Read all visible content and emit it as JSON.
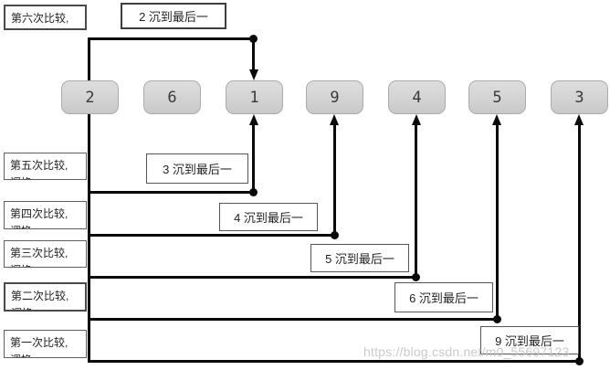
{
  "sequence": [
    "2",
    "6",
    "1",
    "9",
    "4",
    "5",
    "3"
  ],
  "side_labels": [
    "第六次比较, 调换",
    "第五次比较, 调换",
    "第四次比较, 调换",
    "第三次比较, 调换",
    "第二次比较, 调换",
    "第一次比较, 调换"
  ],
  "callouts": [
    "2 沉到最后一",
    "3 沉到最后一",
    "4 沉到最后一",
    "5 沉到最后一",
    "6 沉到最后一",
    "9 沉到最后一"
  ],
  "watermark": "https://blog.csdn.net/m0_55697123",
  "colors": {
    "box_fill": "#d4d4d4",
    "box_border": "#ababab",
    "line": "#0a0a0a",
    "label_border": "#4a4a4a",
    "watermark": "#c4c4c4",
    "background": "#ffffff"
  }
}
